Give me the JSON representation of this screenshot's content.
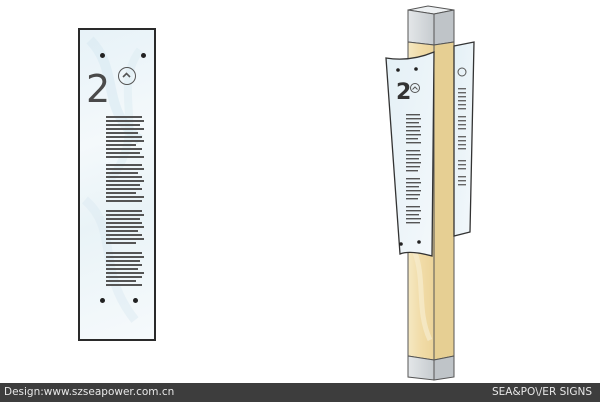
{
  "sign": {
    "floor_number": "2",
    "direction_icon": "up-arrow-circle-icon"
  },
  "footer": {
    "credit": "Design:www.szseapower.com.cn",
    "brand": "SEA&PO\\/ER SIGNS"
  },
  "colors": {
    "panel_tint": "#e7f2f8",
    "post_wood": "#f2e2b5",
    "post_cap": "#d6dadd",
    "footer_bg": "#3d3d3d"
  }
}
